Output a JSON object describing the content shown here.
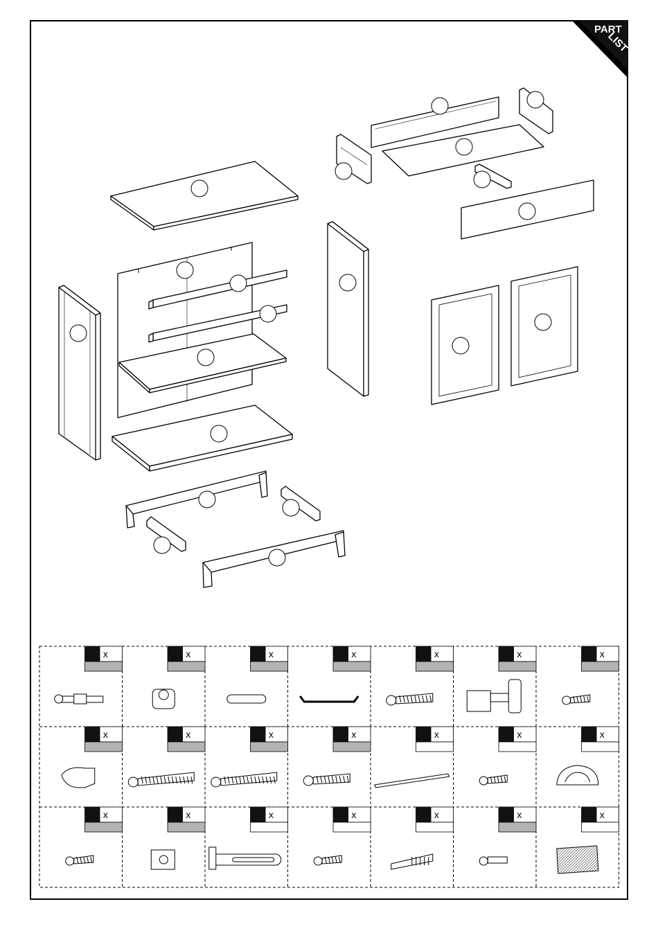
{
  "corner_badge": {
    "line1": "PART",
    "line2": "LIST"
  },
  "parts_grid": {
    "qty_marker": "x",
    "cells": [
      {
        "icon": "cam-bolt-icon"
      },
      {
        "icon": "cam-lock-icon"
      },
      {
        "icon": "wooden-dowel-icon"
      },
      {
        "icon": "handle-icon"
      },
      {
        "icon": "screw-icon"
      },
      {
        "icon": "hinge-icon"
      },
      {
        "icon": "short-screw-icon"
      },
      {
        "icon": "shelf-support-icon"
      },
      {
        "icon": "long-screw-icon"
      },
      {
        "icon": "long-screw-icon"
      },
      {
        "icon": "screw-icon"
      },
      {
        "icon": "metal-rail-icon"
      },
      {
        "icon": "short-screw-icon"
      },
      {
        "icon": "cup-handle-icon"
      },
      {
        "icon": "short-screw-icon"
      },
      {
        "icon": "corner-bracket-icon"
      },
      {
        "icon": "anti-tip-bracket-icon"
      },
      {
        "icon": "short-screw-icon"
      },
      {
        "icon": "wall-plug-icon"
      },
      {
        "icon": "machine-screw-icon"
      },
      {
        "icon": "felt-pad-icon"
      }
    ]
  }
}
